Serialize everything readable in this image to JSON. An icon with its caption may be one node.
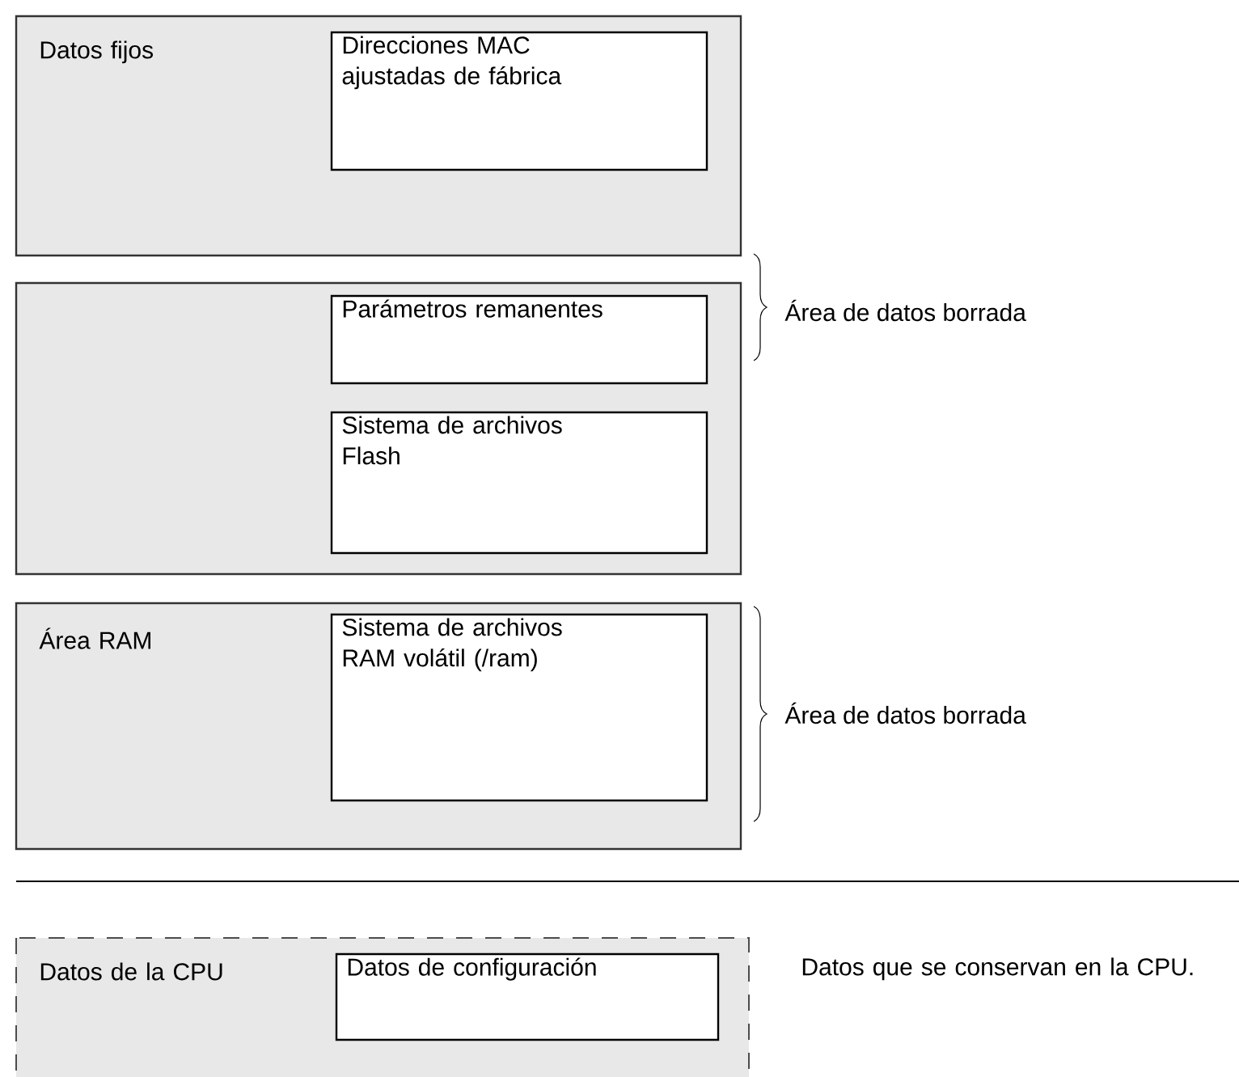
{
  "diagram": {
    "nodes": [
      {
        "text": [
          "Datos fijos"
        ]
      },
      {
        "text": [
          "Direcciones MAC ajustadas de fábrica"
        ],
        "in": 0
      },
      {
        "text": [],
        "shape": "box"
      },
      {
        "text": [
          "Parámetros remanentes"
        ],
        "in": 2
      },
      {
        "text": [
          "Sistema de archivos Flash"
        ],
        "in": 2
      },
      {
        "text": [
          "Área RAM"
        ]
      },
      {
        "text": [
          "Sistema de archivos RAM volátil (/ram)"
        ],
        "in": 5
      },
      {
        "text": [
          "Datos de la CPU"
        ]
      },
      {
        "text": [
          "Datos de configuración"
        ],
        "in": 7
      }
    ],
    "labels": [
      "Área de datos borrada",
      "Área de datos borrada",
      "Datos que se conservan en la CPU."
    ]
  }
}
